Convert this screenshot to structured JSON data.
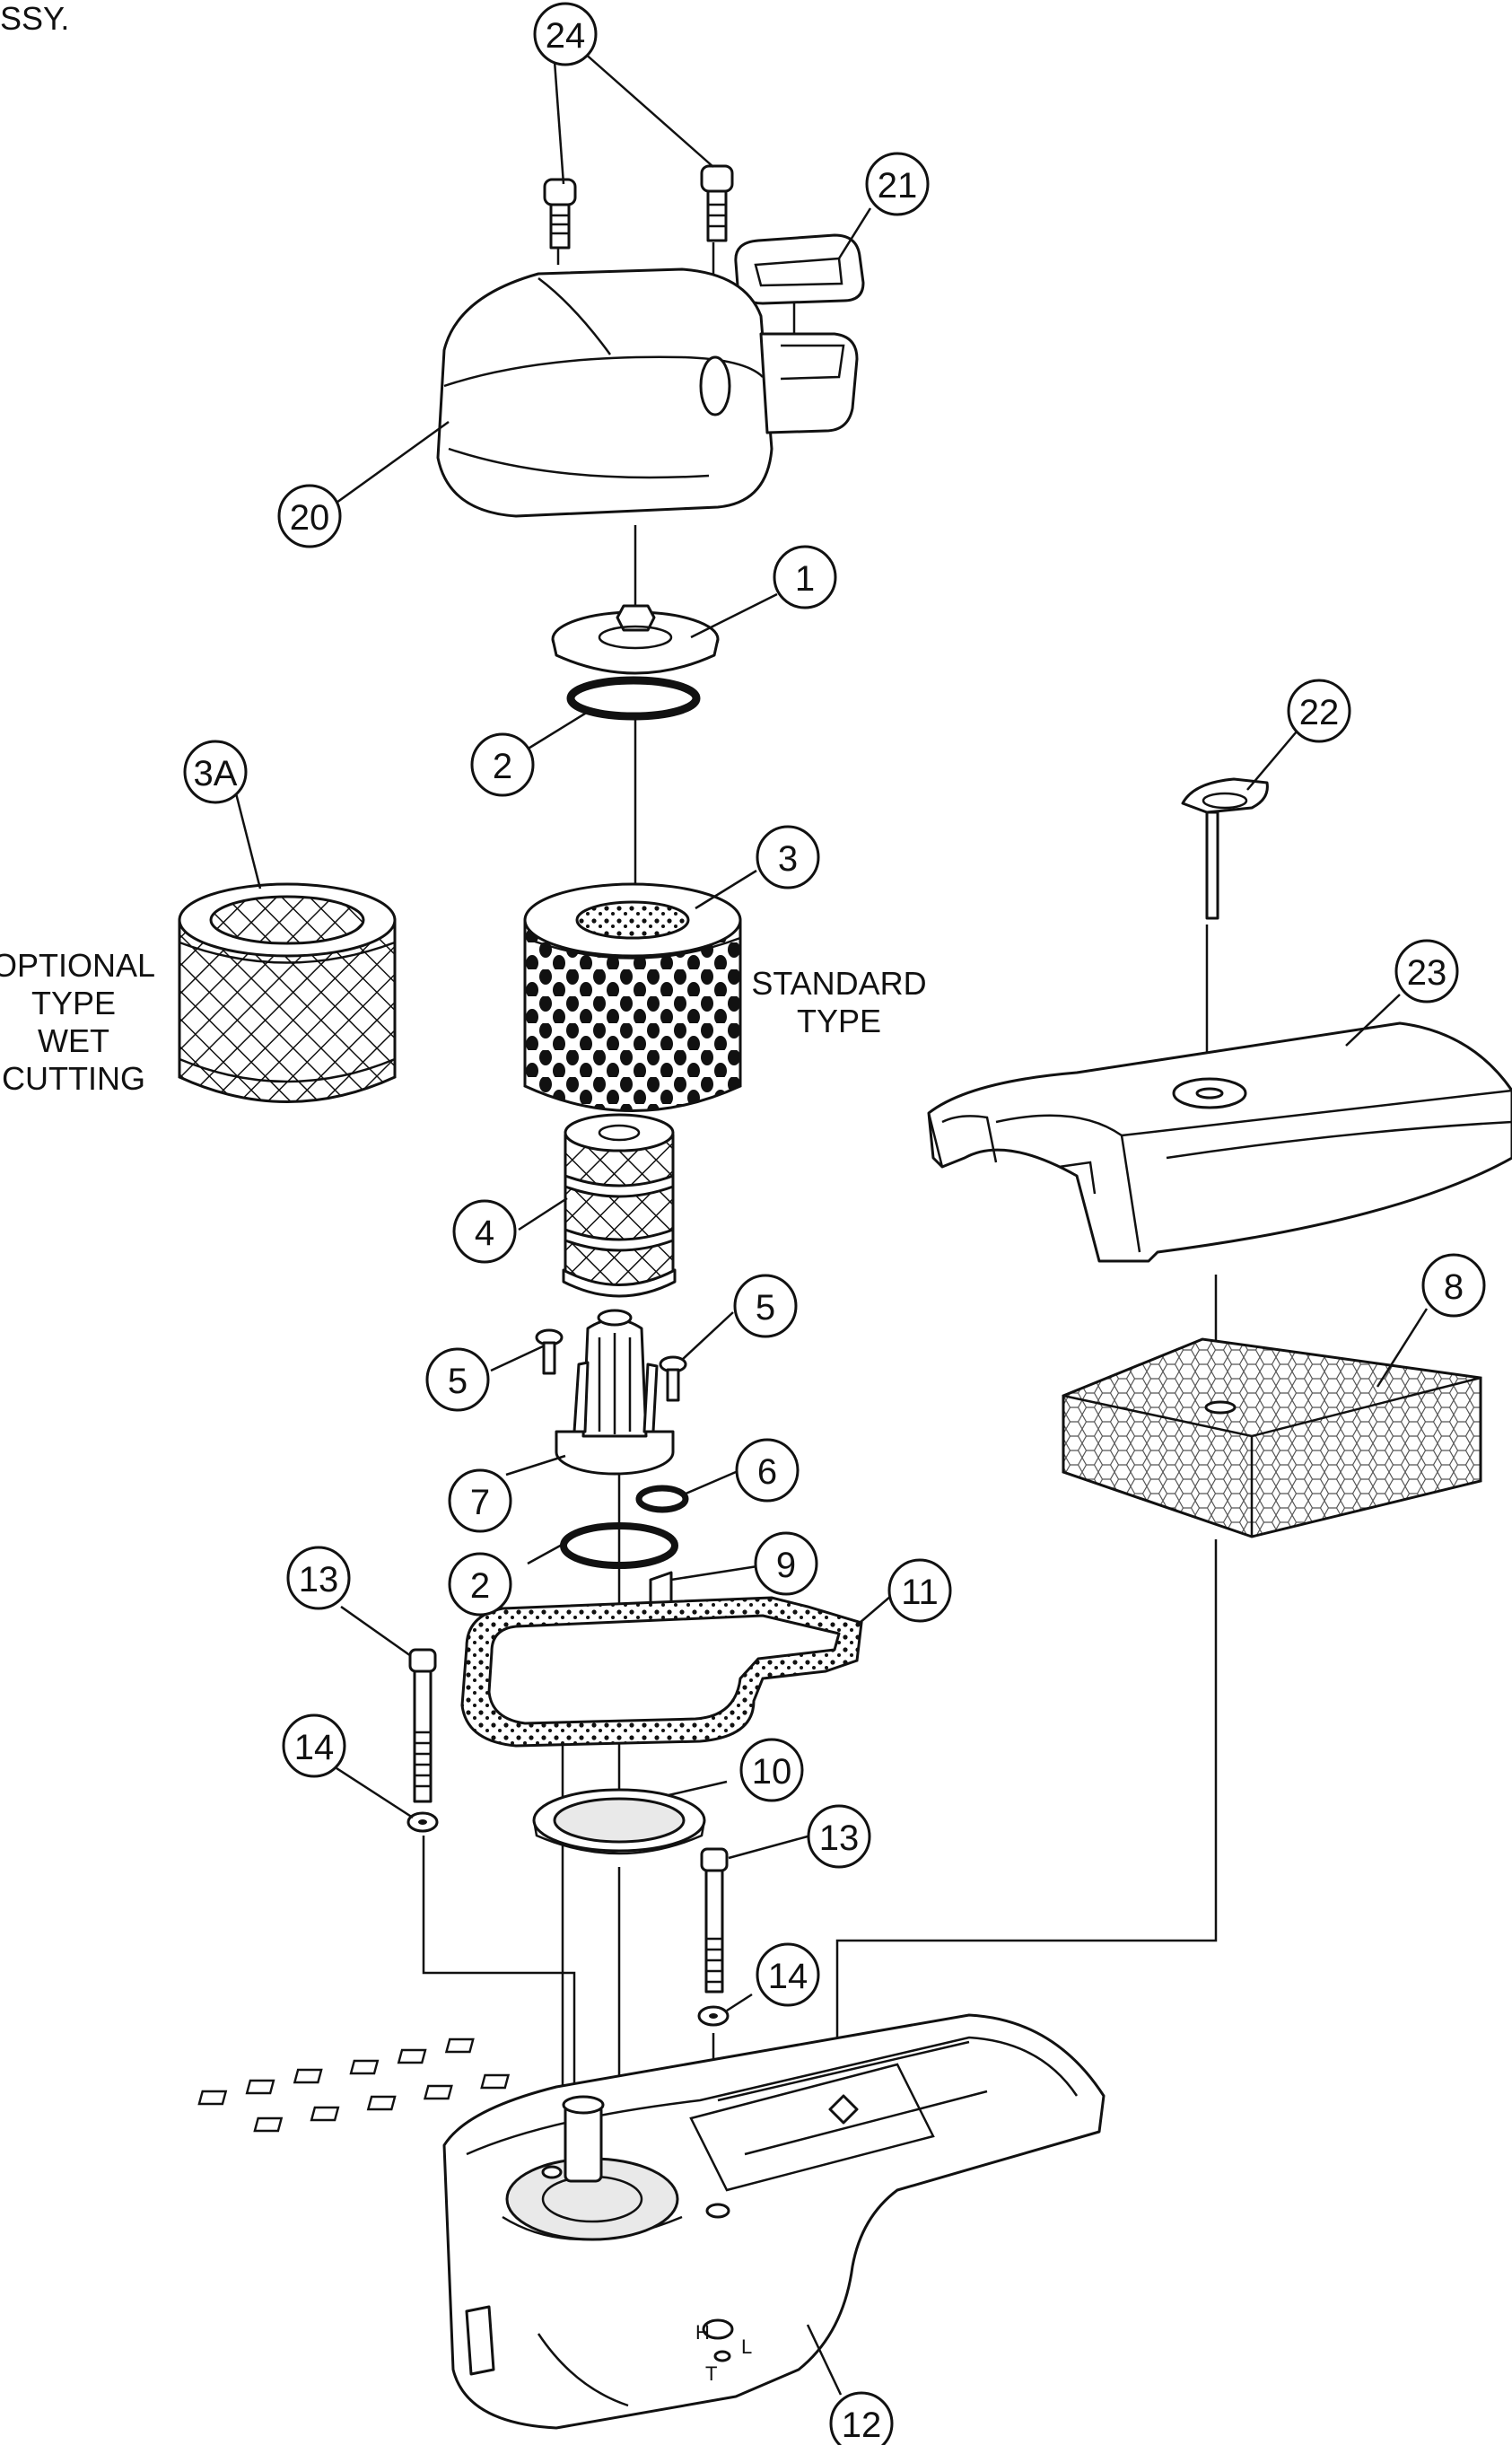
{
  "header_fragment": "SSY.",
  "captions": {
    "optional": [
      "OPTIONAL",
      "TYPE",
      "WET",
      "CUTTING"
    ],
    "standard": [
      "STANDARD",
      "TYPE"
    ]
  },
  "callouts": [
    {
      "id": "24",
      "label": "24"
    },
    {
      "id": "21",
      "label": "21"
    },
    {
      "id": "20",
      "label": "20"
    },
    {
      "id": "1",
      "label": "1"
    },
    {
      "id": "2a",
      "label": "2"
    },
    {
      "id": "3A",
      "label": "3A"
    },
    {
      "id": "3",
      "label": "3"
    },
    {
      "id": "22",
      "label": "22"
    },
    {
      "id": "23",
      "label": "23"
    },
    {
      "id": "4",
      "label": "4"
    },
    {
      "id": "5a",
      "label": "5"
    },
    {
      "id": "5b",
      "label": "5"
    },
    {
      "id": "8",
      "label": "8"
    },
    {
      "id": "6",
      "label": "6"
    },
    {
      "id": "7",
      "label": "7"
    },
    {
      "id": "2b",
      "label": "2"
    },
    {
      "id": "9",
      "label": "9"
    },
    {
      "id": "11",
      "label": "11"
    },
    {
      "id": "13a",
      "label": "13"
    },
    {
      "id": "14a",
      "label": "14"
    },
    {
      "id": "10",
      "label": "10"
    },
    {
      "id": "13b",
      "label": "13"
    },
    {
      "id": "14b",
      "label": "14"
    },
    {
      "id": "12",
      "label": "12"
    }
  ],
  "housing_marks": [
    "H",
    "L",
    "T"
  ]
}
